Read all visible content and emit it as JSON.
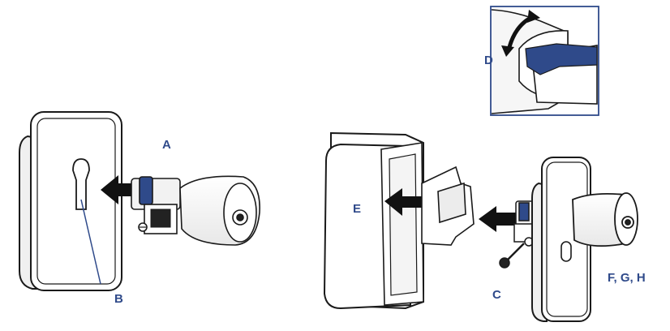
{
  "labels": {
    "a": "A",
    "b": "B",
    "c": "C",
    "d": "D",
    "e": "E",
    "fgh": "F, G, H"
  },
  "colors": {
    "accent_blue": "#2f4a8a",
    "outline": "#1a1a1a",
    "part_fill": "#ffffff",
    "shade": "#e6e6e6"
  },
  "icons": {
    "insert_arrow": "insert-arrow-icon",
    "rotate_arrow": "rotate-arrow-icon"
  }
}
